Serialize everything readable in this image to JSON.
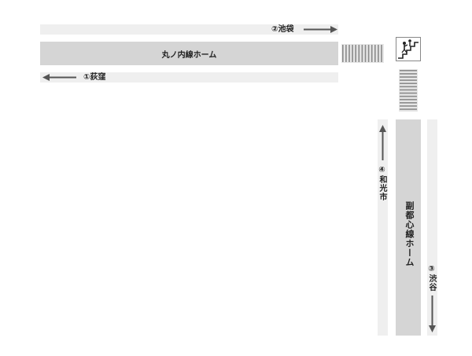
{
  "diagram": {
    "platforms": {
      "marunouchi": "丸ノ内線ホーム",
      "fukutoshin": "副都心線ホーム"
    },
    "directions": {
      "ikebukuro": "②池袋",
      "ogikubo": "①荻窪",
      "wakoshi": "④和光市",
      "shibuya": "③渋谷"
    },
    "icons": {
      "stairs": "stairs-icon",
      "escalator_horizontal": "stair-steps-horizontal",
      "escalator_vertical": "stair-steps-vertical"
    },
    "colors": {
      "platform": "#d5d5d5",
      "track": "#efefef",
      "arrow": "#555555"
    }
  }
}
